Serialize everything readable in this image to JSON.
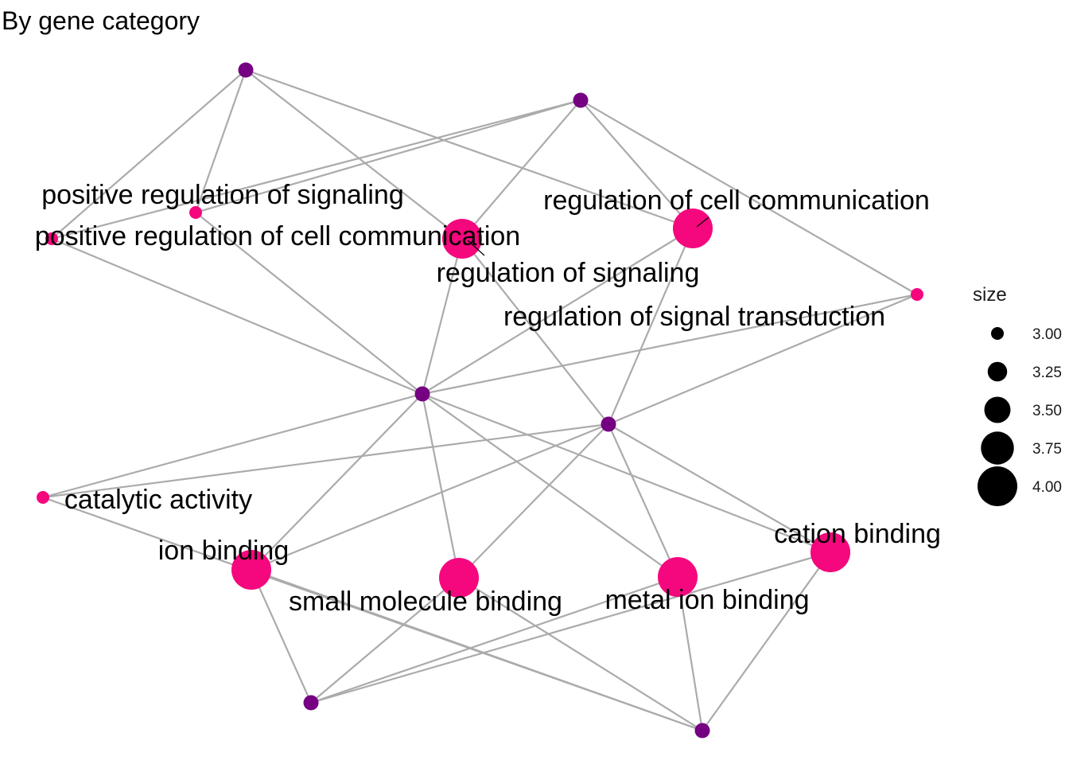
{
  "title": "By gene category",
  "colors": {
    "category": "#f5077e",
    "gene": "#750082",
    "edge": "#ababab"
  },
  "nodes": [
    {
      "id": "positive regulation of signaling",
      "type": "category",
      "label": "positive regulation of signaling",
      "size": 3.0
    },
    {
      "id": "positive regulation of cell communication",
      "type": "category",
      "label": "positive regulation of cell communication",
      "size": 3.0
    },
    {
      "id": "regulation of signaling",
      "type": "category",
      "label": "regulation of signaling",
      "size": 4.0
    },
    {
      "id": "regulation of cell communication",
      "type": "category",
      "label": "regulation of cell communication",
      "size": 4.0
    },
    {
      "id": "regulation of signal transduction",
      "type": "category",
      "label": "regulation of signal transduction",
      "size": 3.0
    },
    {
      "id": "catalytic activity",
      "type": "category",
      "label": "catalytic activity",
      "size": 3.0
    },
    {
      "id": "ion binding",
      "type": "category",
      "label": "ion binding",
      "size": 4.0
    },
    {
      "id": "small molecule binding",
      "type": "category",
      "label": "small molecule binding",
      "size": 4.0
    },
    {
      "id": "metal ion binding",
      "type": "category",
      "label": "metal ion binding",
      "size": 4.0
    },
    {
      "id": "cation binding",
      "type": "category",
      "label": "cation binding",
      "size": 4.0
    },
    {
      "id": "g1",
      "type": "gene",
      "label": ""
    },
    {
      "id": "g2",
      "type": "gene",
      "label": ""
    },
    {
      "id": "g3",
      "type": "gene",
      "label": ""
    },
    {
      "id": "g4",
      "type": "gene",
      "label": ""
    },
    {
      "id": "g5",
      "type": "gene",
      "label": ""
    },
    {
      "id": "g6",
      "type": "gene",
      "label": ""
    }
  ],
  "edges": [
    [
      "g1",
      "positive regulation of signaling"
    ],
    [
      "g1",
      "positive regulation of cell communication"
    ],
    [
      "g1",
      "regulation of signaling"
    ],
    [
      "g1",
      "regulation of cell communication"
    ],
    [
      "g2",
      "positive regulation of signaling"
    ],
    [
      "g2",
      "positive regulation of cell communication"
    ],
    [
      "g2",
      "regulation of signaling"
    ],
    [
      "g2",
      "regulation of cell communication"
    ],
    [
      "g2",
      "regulation of signal transduction"
    ],
    [
      "g3",
      "positive regulation of signaling"
    ],
    [
      "g3",
      "positive regulation of cell communication"
    ],
    [
      "g3",
      "regulation of signaling"
    ],
    [
      "g3",
      "regulation of cell communication"
    ],
    [
      "g3",
      "regulation of signal transduction"
    ],
    [
      "g3",
      "catalytic activity"
    ],
    [
      "g3",
      "ion binding"
    ],
    [
      "g3",
      "small molecule binding"
    ],
    [
      "g3",
      "metal ion binding"
    ],
    [
      "g3",
      "cation binding"
    ],
    [
      "g4",
      "regulation of signaling"
    ],
    [
      "g4",
      "regulation of cell communication"
    ],
    [
      "g4",
      "regulation of signal transduction"
    ],
    [
      "g4",
      "catalytic activity"
    ],
    [
      "g4",
      "ion binding"
    ],
    [
      "g4",
      "small molecule binding"
    ],
    [
      "g4",
      "metal ion binding"
    ],
    [
      "g4",
      "cation binding"
    ],
    [
      "g5",
      "ion binding"
    ],
    [
      "g5",
      "small molecule binding"
    ],
    [
      "g5",
      "metal ion binding"
    ],
    [
      "g5",
      "cation binding"
    ],
    [
      "g6",
      "catalytic activity"
    ],
    [
      "g6",
      "ion binding"
    ],
    [
      "g6",
      "small molecule binding"
    ],
    [
      "g6",
      "metal ion binding"
    ],
    [
      "g6",
      "cation binding"
    ]
  ],
  "legend": {
    "title": "size",
    "items": [
      {
        "label": "3.00",
        "value": 3.0
      },
      {
        "label": "3.25",
        "value": 3.25
      },
      {
        "label": "3.50",
        "value": 3.5
      },
      {
        "label": "3.75",
        "value": 3.75
      },
      {
        "label": "4.00",
        "value": 4.0
      }
    ]
  }
}
